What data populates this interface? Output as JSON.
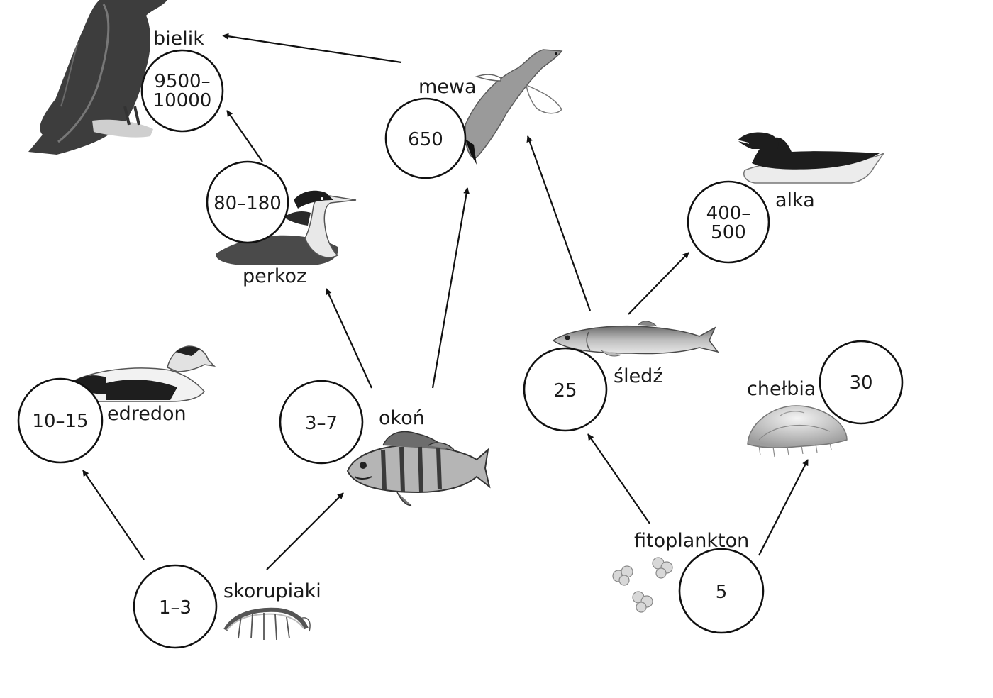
{
  "organisms": {
    "bielik": {
      "name": "bielik",
      "value_lines": [
        "9500–",
        "10000"
      ]
    },
    "mewa": {
      "name": "mewa",
      "value_lines": [
        "650"
      ]
    },
    "perkoz": {
      "name": "perkoz",
      "value_lines": [
        "80–180"
      ]
    },
    "alka": {
      "name": "alka",
      "value_lines": [
        "400–",
        "500"
      ]
    },
    "sledz": {
      "name": "śledź",
      "value_lines": [
        "25"
      ]
    },
    "chelbia": {
      "name": "chełbia",
      "value_lines": [
        "30"
      ]
    },
    "edredon": {
      "name": "edredon",
      "value_lines": [
        "10–15"
      ]
    },
    "okon": {
      "name": "okoń",
      "value_lines": [
        "3–7"
      ]
    },
    "skorupiaki": {
      "name": "skorupiaki",
      "value_lines": [
        "1–3"
      ]
    },
    "fitoplankton": {
      "name": "fitoplankton",
      "value_lines": [
        "5"
      ]
    }
  },
  "edges": [
    {
      "from": "mewa",
      "to": "bielik"
    },
    {
      "from": "perkoz",
      "to": "bielik"
    },
    {
      "from": "okon",
      "to": "perkoz"
    },
    {
      "from": "okon",
      "to": "mewa"
    },
    {
      "from": "sledz",
      "to": "mewa"
    },
    {
      "from": "sledz",
      "to": "alka"
    },
    {
      "from": "skorupiaki",
      "to": "edredon"
    },
    {
      "from": "skorupiaki",
      "to": "okon"
    },
    {
      "from": "fitoplankton",
      "to": "sledz"
    },
    {
      "from": "fitoplankton",
      "to": "chelbia"
    }
  ],
  "icons": {
    "bielik": "eagle-icon",
    "mewa": "gull-icon",
    "perkoz": "grebe-icon",
    "alka": "razorbill-icon",
    "sledz": "herring-icon",
    "chelbia": "jellyfish-icon",
    "edredon": "eider-icon",
    "okon": "perch-icon",
    "skorupiaki": "shrimp-icon",
    "fitoplankton": "phytoplankton-icon"
  }
}
